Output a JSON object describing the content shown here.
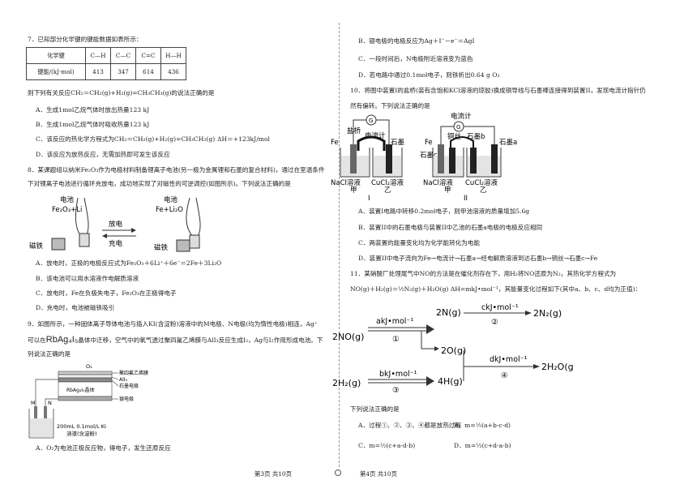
{
  "left": {
    "q7": {
      "stem": "7．已知部分化学键的键能数据如表所示：",
      "table": {
        "headers": [
          "化学键",
          "C—H",
          "C—C",
          "C=C",
          "H—H"
        ],
        "row": [
          "键能/(kJ·mol)",
          "413",
          "347",
          "614",
          "436"
        ]
      },
      "question": "则下列有关反应CH₂＝CH₂(g)+H₂(g)=CH₃CH₃(g)的说法正确的是",
      "options": [
        "A．生成1mol乙烷气体时放出热量123 kJ",
        "B．生成1mol乙烷气体时吸收热量123 kJ",
        "C．该反应的热化学方程式为CH₂＝CH₂(g)+H₂(g)=CH₃CH₃(g)",
        "D．该反应为放热反应，无需加热即可发生该反应"
      ],
      "option_c_dh": "ΔH＝+123kJ/mol"
    },
    "q8": {
      "stem1": "8．某课题组以纳米Fe₂O₃作为电极材料制备锂离子电池(另一极为金属锂和石墨的复合材料)，通过在室温条件",
      "stem2": "下对锂离子电池进行循环充放电，成功地实现了对磁性的可逆调控(如图所示)。下列说法正确的是",
      "figure": {
        "left_label1": "电池",
        "left_label2": "Fe₂O₃+Li",
        "right_label1": "电池",
        "right_label2": "Fe+Li₂O",
        "discharge": "放电",
        "charge": "充电",
        "magnet_left": "磁铁",
        "magnet_right": "磁铁"
      },
      "options": [
        "A．放电时，正极的电极反应式为Fe₂O₃＋6Li⁺＋6e⁻＝2Fe＋3Li₂O",
        "B．该电池可以用水溶液作电解质溶液",
        "C．放电时，Fe在负极失电子，Fe₂O₃在正极得电子",
        "D．充电时，电池被磁铁吸引"
      ]
    },
    "q9": {
      "stem1": "9．如图所示，一种固体离子导体电池与插入KI(含淀粉)溶液中的M电极、N电极(均为惰性电极)相连，Ag⁺",
      "stem2a": "可以在",
      "stem2b": "RbAg₄I₅",
      "stem2c": "晶体中迁移，空气中的氧气透过聚四氟乙烯膜与AlI₃反应生成I₂，Ag与I₂作用形成电池。下",
      "stem3": "列说法正确的是",
      "figure": {
        "o2": "O₂",
        "ptfe": "聚四氟乙烯膜",
        "ali3": "AlI₃",
        "graphite": "石墨电极",
        "crystal": "RbAg₄I₅晶体",
        "silver": "银电极",
        "m": "M",
        "n": "N",
        "solution1": "200mL 0.1mol/L KI",
        "solution2": "溶液(含淀粉)"
      },
      "option_a": "A．O₂为电池正极反应物，得电子，发生还原反应"
    },
    "footer": "第3页  共10页"
  },
  "right": {
    "q9_rest": [
      "B．银电极的电极反应为Ag＋I⁻－e⁻＝AgI",
      "C．一段时间后，N电极附近溶液变为蓝色",
      "D．若电路中通过0.1mol电子，则铁析出0.64 g O₂"
    ],
    "q10": {
      "stem1": "10．将图中装置I的盐桥(装有含饱和KCl溶液的琼胶)换成铜导线与石墨棒连接得到装置II，发现电流计指针仍",
      "stem2": "然有偏转。下列说法正确的是",
      "figure": {
        "g": "G",
        "saltbridge": "盐桥",
        "ammeter": "电流计",
        "fe": "Fe",
        "graphite": "石墨",
        "nacl": "NaCl溶液",
        "cucl2": "CuCl₂溶液",
        "jia": "甲",
        "yi": "乙",
        "label1": "I",
        "ammeter2": "电流计",
        "copperwire": "铜丝",
        "graphite_b": "石墨b",
        "fe2": "Fe",
        "graphite_c": "石墨c",
        "graphite_a": "石墨a",
        "nacl2": "NaCl溶液",
        "cucl2_2": "CuCl₂溶液",
        "jia2": "甲",
        "yi2": "乙",
        "label2": "II"
      },
      "options": [
        "A．装置I电路中转移0.2mol电子，则甲池溶液的质量增加5.6g",
        "B．装置II中的石墨电极与装置II中乙池的石墨a电极的电极反应相同",
        "C．两装置的能量变化均为化学能转化为电能",
        "D．装置II中电子流向为Fe→电流计→石墨a→经电解质溶液到达石墨b→铜丝→石墨c→Fe"
      ]
    },
    "q11": {
      "stem1": "11．某硝酸厂处理尾气中NO的方法是在催化剂存在下，用H₂将NO还原为N₂，其热化学方程式为",
      "equation": "NO(g)＋H₂(g)＝½N₂(g)＋H₂O(g)  ΔH=mkJ•mol⁻¹，其能量变化过程如下(其中a、b、c、d均为正值)：",
      "figure": {
        "no": "2NO(g)",
        "h2": "2H₂(g)",
        "n": "2N(g)",
        "o": "2O(g)",
        "h": "4H(g)",
        "n2": "2N₂(g)",
        "h2o": "2H₂O(g)",
        "a": "akJ•mol⁻¹",
        "b": "bkJ•mol⁻¹",
        "c": "ckJ•mol⁻¹",
        "d": "dkJ•mol⁻¹",
        "s1": "①",
        "s2": "②",
        "s3": "③",
        "s4": "④"
      },
      "question": "下列说法正确的是",
      "optA": "A．过程①、②、③、④都是放热过程",
      "optB": "B．m=½(a+b-c-d)",
      "optC": "C．m=½(c+a-d-b)",
      "optD": "D．m=½(c+d-a-b)"
    },
    "footer": "第4页  共10页"
  }
}
